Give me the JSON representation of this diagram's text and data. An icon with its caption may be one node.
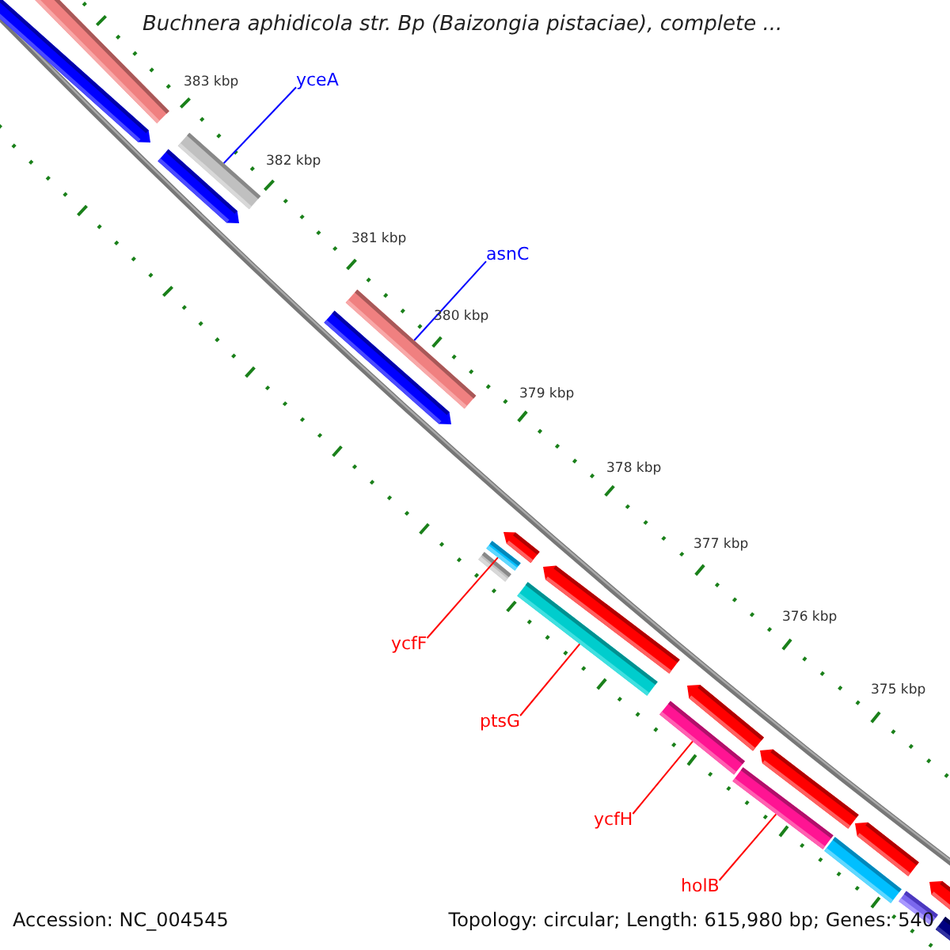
{
  "diagram": {
    "title": "Buchnera aphidicola str. Bp (Baizongia pistaciae), complete ...",
    "nodes": [
      {
        "text": [
          "yceA"
        ]
      },
      {
        "text": [],
        "shape": "bar"
      },
      {
        "text": [
          "asnC"
        ]
      },
      {
        "text": [],
        "shape": "bar"
      },
      {
        "text": [
          "ycfF"
        ]
      },
      {
        "text": [],
        "shape": "bar"
      },
      {
        "text": [
          "ptsG"
        ]
      },
      {
        "text": [],
        "shape": "bar"
      },
      {
        "text": [
          "ycfH"
        ]
      },
      {
        "text": [],
        "shape": "bar"
      },
      {
        "text": [
          "holB"
        ]
      },
      {
        "text": [],
        "shape": "bar"
      }
    ],
    "edges": [
      {
        "from": 0,
        "to": 1,
        "arrow": "none",
        "color": "#0000ff"
      },
      {
        "from": 2,
        "to": 3,
        "arrow": "none",
        "color": "#0000ff"
      },
      {
        "from": 4,
        "to": 5,
        "arrow": "none"
      },
      {
        "from": 6,
        "to": 7,
        "arrow": "none"
      },
      {
        "from": 8,
        "to": 9,
        "arrow": "none"
      },
      {
        "from": 10,
        "to": 11,
        "arrow": "none"
      }
    ],
    "labels": [
      "383 kbp",
      "382 kbp",
      "381 kbp",
      "380 kbp",
      "379 kbp",
      "378 kbp",
      "377 kbp",
      "376 kbp",
      "375 kbp",
      "Accession: NC_004545",
      "Topology: circular; Length: 615,980 bp; Genes: 540"
    ]
  }
}
